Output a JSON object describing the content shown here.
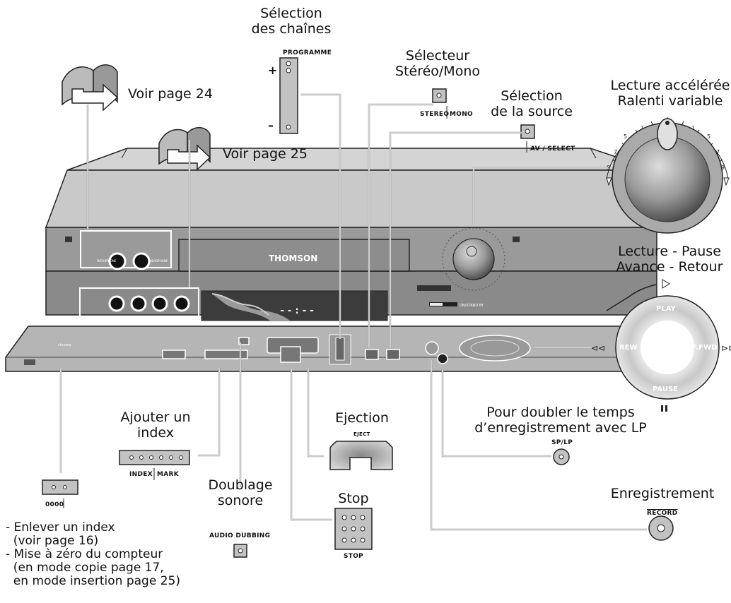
{
  "labels": {
    "selection_chaines_1": "Sélection",
    "selection_chaines_2": "des chaînes",
    "programme": "PROGRAMME",
    "plus": "+",
    "minus": "–",
    "selecteur_1": "Sélecteur",
    "selecteur_2": "Stéréo/Mono",
    "stereo": "STEREO",
    "mono": "MONO",
    "source_1": "Sélection",
    "source_2": "de la source",
    "av_select": "AV / SELECT",
    "lecture_acc_1": "Lecture accélérée",
    "lecture_acc_2": "Ralenti variable",
    "voir24": "Voir page 24",
    "voir25": "Voir page 25",
    "brand": "THOMSON",
    "counter": "--:--",
    "lecture_pause_1": "Lecture - Pause",
    "lecture_pause_2": "Avance - Retour",
    "play": "PLAY",
    "rew": "REW",
    "ffwd": "F.FWD",
    "pause": "PAUSE",
    "ajouter_1": "Ajouter un",
    "ajouter_2": "index",
    "index": "INDEX",
    "mark": "MARK",
    "ejection": "Ejection",
    "eject": "EJECT",
    "doublage_1": "Doublage",
    "doublage_2": "sonore",
    "audio_dubbing": "AUDIO DUBBING",
    "stop": "Stop",
    "stop_cap": "STOP",
    "pour_doubler_1": "Pour doubler le temps",
    "pour_doubler_2": "d’enregistrement avec LP",
    "sp_lp": "SP/LP",
    "enregistrement": "Enregistrement",
    "record": "RECORD",
    "reset": "0000",
    "notes": [
      "- Enlever un index",
      "  (voir page 16)",
      "- Mise à zéro du compteur",
      "  (en mode copie page 17,",
      "  en mode insertion page 25)"
    ]
  }
}
